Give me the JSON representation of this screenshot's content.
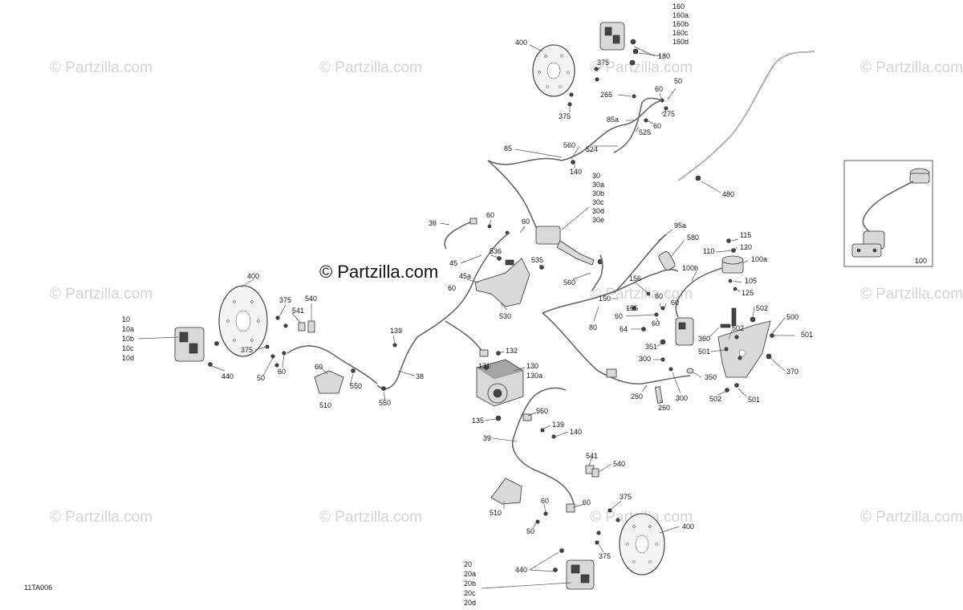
{
  "watermark": "© Partzilla.com",
  "brand": "© Partzilla.com",
  "figure_code": "11TA006",
  "labels": {
    "l160": [
      "160",
      "160a",
      "160b",
      "160c",
      "160d"
    ],
    "l180": "180",
    "l400_top": "400",
    "l375_a": "375",
    "l375_b": "375",
    "l265": "265",
    "l60_a": "60",
    "l50_a": "50",
    "l275": "275",
    "l85a": "85a",
    "l60_b": "60",
    "l525": "525",
    "l524": "524",
    "l560_top": "560",
    "l85": "85",
    "l140_top": "140",
    "l30": [
      "30",
      "30a",
      "30b",
      "30c",
      "30d",
      "30e"
    ],
    "l480": "480",
    "l100_inset": "100",
    "l36": "36",
    "l60_c": "60",
    "l60_d": "60",
    "l536": "536",
    "l535": "535",
    "l45": "45",
    "l45a": "45a",
    "l60_e": "60",
    "l530": "530",
    "l560_mid": "560",
    "l95a": "95a",
    "l580": "580",
    "l115": "115",
    "l110": "110",
    "l120": "120",
    "l100a": "100a",
    "l100b": "100b",
    "l105": "105",
    "l125": "125",
    "l156": "156",
    "l150": "150",
    "l155": "155",
    "l60_f": "60",
    "l60_g": "60",
    "l60_h": "60",
    "l60_i": "60",
    "l80": "80",
    "l64": "64",
    "l351": "351",
    "l360": "360",
    "l502_a": "502",
    "l500": "500",
    "l502_b": "502",
    "l501_a": "501",
    "l501_b": "501",
    "l300_a": "300",
    "l370": "370",
    "l350": "350",
    "l250": "250",
    "l300_b": "300",
    "l260": "260",
    "l502_c": "502",
    "l501_c": "501",
    "l400_left": "400",
    "l10": [
      "10",
      "10a",
      "10b",
      "10c",
      "10d"
    ],
    "l375_c": "375",
    "l541_a": "541",
    "l540_a": "540",
    "l375_d": "375",
    "l440_a": "440",
    "l50_b": "50",
    "l60_j": "60",
    "l60_k": "60",
    "l510_a": "510",
    "l550_a": "550",
    "l550_b": "550",
    "l139_a": "139",
    "l38": "38",
    "l132": "132",
    "l131": "131",
    "l130": "130",
    "l130a": "130a",
    "l135": "135",
    "l560_low": "560",
    "l139_b": "139",
    "l140_b": "140",
    "l39": "39",
    "l541_b": "541",
    "l540_b": "540",
    "l510_b": "510",
    "l60_l": "60",
    "l60_m": "60",
    "l50_c": "50",
    "l375_e": "375",
    "l400_right": "400",
    "l375_f": "375",
    "l440_b": "440",
    "l20": [
      "20",
      "20a",
      "20b",
      "20c",
      "20d"
    ]
  }
}
